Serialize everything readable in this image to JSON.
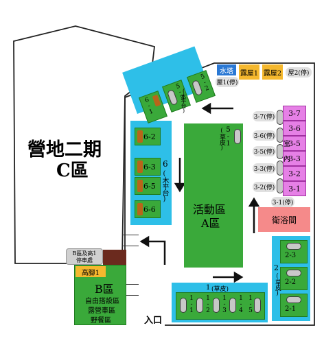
{
  "phase2_zone": {
    "title": "營地二期",
    "subtitle": "C區"
  },
  "zone_a": {
    "title": "活動區",
    "subtitle": "A區"
  },
  "zone_b": {
    "title": "B區",
    "lines": [
      "自由搭設區",
      "露營車區",
      "野餐區"
    ]
  },
  "b_parking": {
    "line1": "B區及高1",
    "line2": "停車處"
  },
  "high_booth": "高腳1",
  "entrance": "入口",
  "water_tower": "水塔",
  "cabins": [
    "露屋1",
    "露屋2"
  ],
  "cabin_parking": [
    "屋1(停)",
    "屋2(停)"
  ],
  "bathroom": "衛浴間",
  "zone3_rooms": [
    "3-7",
    "3-6",
    "3-5",
    "3-3",
    "3-2",
    "3-1"
  ],
  "zone3_room_marks": [
    "室",
    "內"
  ],
  "zone3_parking": [
    "3-7(停)",
    "3-6(停)",
    "3-5(停)",
    "3-3(停)",
    "3-2(停)",
    "3-1(停)"
  ],
  "zone6": {
    "label": "6",
    "note": "(木平台)",
    "sites": [
      "6-2",
      "6-3",
      "6-5",
      "6-6"
    ],
    "slanted_sites": [
      "6-1",
      "5-3",
      "5-2"
    ],
    "slanted_note": "(木平台)"
  },
  "zone5": {
    "site": "5-1",
    "note": "(草皮)"
  },
  "zone1": {
    "label": "1",
    "note": "(草皮)",
    "sites": [
      "1-1",
      "1-2",
      "1-3",
      "1-4",
      "1-5"
    ]
  },
  "zone2": {
    "label": "2",
    "note": "(草皮)",
    "sites": [
      "2-3",
      "2-2",
      "2-1"
    ]
  },
  "colors": {
    "cyan": "#2ebfe8",
    "green": "#3aa93a",
    "pink": "#e680e6",
    "bathroom": "#f58a8a",
    "cabin_yellow": "#f5b82e",
    "water_blue": "#2a78d4",
    "brown": "#b8651a",
    "dark_red": "#6b2a1e"
  }
}
